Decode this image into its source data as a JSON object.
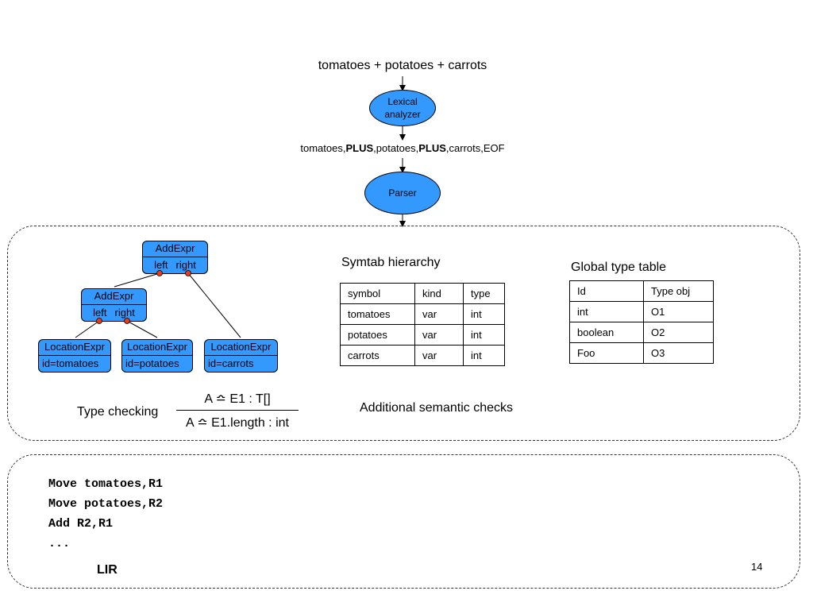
{
  "pipeline": {
    "source_text": "tomatoes + potatoes + carrots",
    "lexer_label_line1": "Lexical",
    "lexer_label_line2": "analyzer",
    "tokens": {
      "t1": "tomatoes,",
      "plus1": "PLUS",
      "t2": ",potatoes,",
      "plus2": "PLUS",
      "t3": ",carrots,EOF"
    },
    "parser_label": "Parser"
  },
  "ast": {
    "root": {
      "type": "AddExpr",
      "left": "left",
      "right": "right"
    },
    "child": {
      "type": "AddExpr",
      "left": "left",
      "right": "right"
    },
    "leaves": [
      {
        "type": "LocationExpr",
        "id": "id=tomatoes"
      },
      {
        "type": "LocationExpr",
        "id": "id=potatoes"
      },
      {
        "type": "LocationExpr",
        "id": "id=carrots"
      }
    ]
  },
  "symtab": {
    "title": "Symtab hierarchy",
    "rows": [
      [
        "symbol",
        "kind",
        "type"
      ],
      [
        "tomatoes",
        "var",
        "int"
      ],
      [
        "potatoes",
        "var",
        "int"
      ],
      [
        "carrots",
        "var",
        "int"
      ]
    ]
  },
  "type_table": {
    "title": "Global type table",
    "rows": [
      [
        "Id",
        "Type obj"
      ],
      [
        "int",
        "O1"
      ],
      [
        "boolean",
        "O2"
      ],
      [
        "Foo",
        "O3"
      ]
    ]
  },
  "type_checking": {
    "label": "Type checking",
    "premise": "A ≏ E1 : T[]",
    "conclusion": "A ≏ E1.length : int"
  },
  "semantic_checks": "Additional semantic checks",
  "lir": {
    "lines": [
      "Move tomatoes,R1",
      "Move potatoes,R2",
      "Add R2,R1",
      "..."
    ],
    "label": "LIR"
  },
  "page_number": "14",
  "colors": {
    "node_fill": "#3399ff",
    "edge_dot": "#e83a1c"
  }
}
